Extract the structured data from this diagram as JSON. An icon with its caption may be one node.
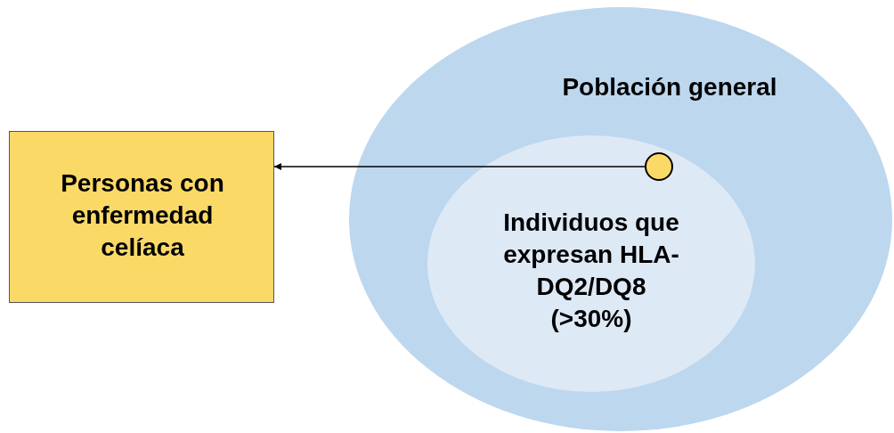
{
  "diagram": {
    "nodes": [
      {
        "text": [
          "Personas con enfermedad celíaca"
        ]
      },
      {
        "text": [
          "Población general"
        ]
      },
      {
        "text": [
          "Individuos que expresan HLA-DQ2/DQ8 (>30%)"
        ],
        "in": 1
      },
      {
        "text": [],
        "shape": "circle",
        "in": 2
      }
    ],
    "edges": [
      {
        "from": 3,
        "to": 0,
        "arrow": "to"
      }
    ]
  }
}
